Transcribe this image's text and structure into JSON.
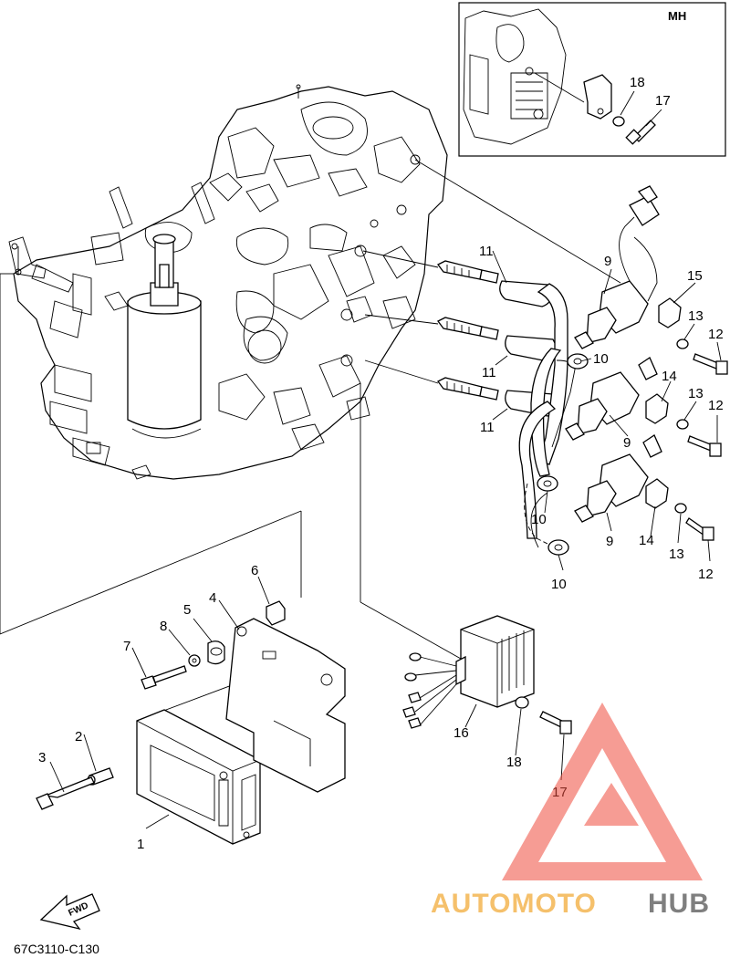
{
  "inset": {
    "label": "MH",
    "callouts": [
      "18",
      "17"
    ]
  },
  "callouts": {
    "c1": "1",
    "c2": "2",
    "c3": "3",
    "c4": "4",
    "c5": "5",
    "c6": "6",
    "c7": "7",
    "c8": "8",
    "c9a": "9",
    "c9b": "9",
    "c9c": "9",
    "c10a": "10",
    "c10b": "10",
    "c10c": "10",
    "c11a": "11",
    "c11b": "11",
    "c11c": "11",
    "c12a": "12",
    "c12b": "12",
    "c12c": "12",
    "c13a": "13",
    "c13b": "13",
    "c13c": "13",
    "c14a": "14",
    "c14b": "14",
    "c15": "15",
    "c16": "16",
    "c17": "17",
    "c18": "18"
  },
  "fwd": "FWD",
  "diagram_code": "67C3110-C130",
  "watermark": {
    "part1": "AUTOMOTO",
    "part2": "HUB"
  }
}
